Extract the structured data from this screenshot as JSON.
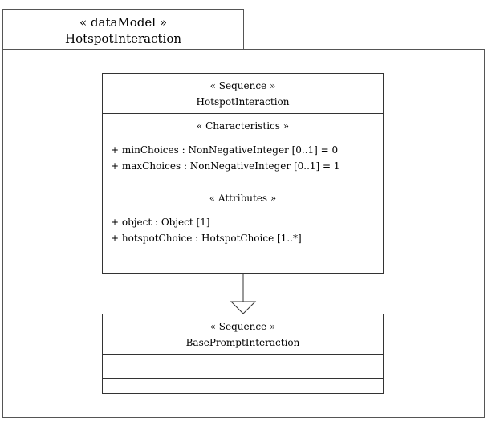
{
  "package": {
    "stereotype": "« dataModel »",
    "name": "HotspotInteraction"
  },
  "class_main": {
    "stereotype": "« Sequence »",
    "name": "HotspotInteraction",
    "characteristics_header": "« Characteristics »",
    "characteristics": [
      "+ minChoices : NonNegativeInteger [0..1] = 0",
      "+ maxChoices : NonNegativeInteger [0..1] = 1"
    ],
    "attributes_header": "« Attributes »",
    "attributes": [
      "+ object : Object [1]",
      "+ hotspotChoice : HotspotChoice [1..*]"
    ]
  },
  "class_parent": {
    "stereotype": "« Sequence »",
    "name": "BasePromptInteraction"
  }
}
